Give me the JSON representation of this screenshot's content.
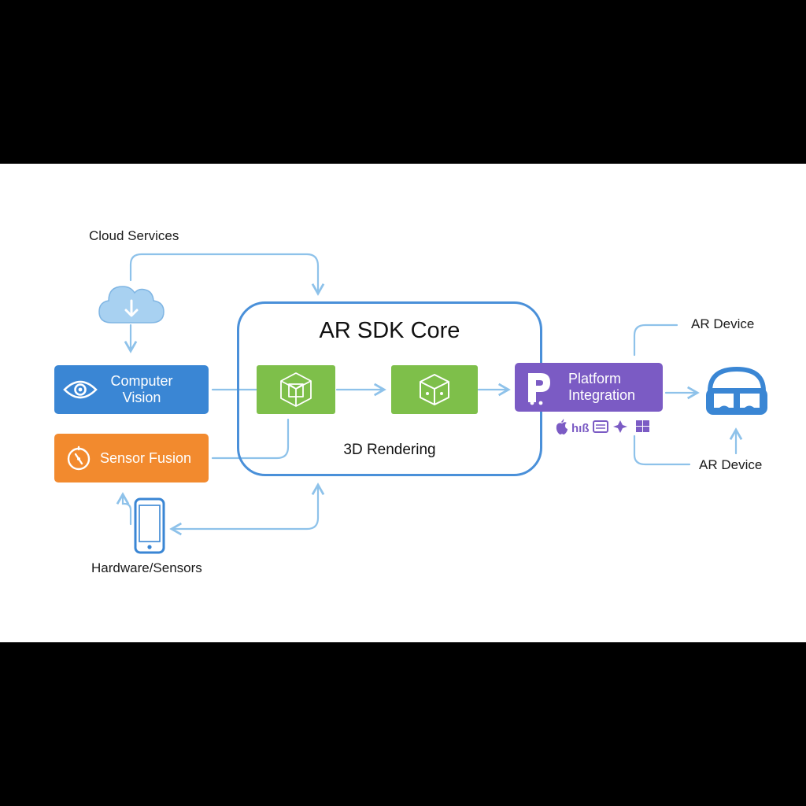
{
  "labels": {
    "cloud_services": "Cloud Services",
    "hardware_sensors": "Hardware/Sensors",
    "ar_device_top": "AR Device",
    "ar_device_bottom": "AR Device"
  },
  "core": {
    "title": "AR SDK Core",
    "subtitle": "3D Rendering"
  },
  "nodes": {
    "computer_vision": "Computer\nVision",
    "sensor_fusion": "Sensor Fusion",
    "platform_integration": "Platform\nIntegration"
  },
  "icons": {
    "cloud": "cloud-download-icon",
    "eye": "eye-icon",
    "compass": "compass-icon",
    "phone": "smartphone-icon",
    "wireframe_cube": "wireframe-cube-icon",
    "cube": "cube-icon",
    "platform_logo": "platform-logo-icon",
    "headset": "vr-headset-icon",
    "platforms": [
      "apple-icon",
      "android-icon",
      "linux-icon",
      "unity-icon",
      "windows-icon"
    ]
  },
  "colors": {
    "blue": "#3a86d4",
    "orange": "#f28a2e",
    "green": "#7ebf4a",
    "purple": "#7b5bc4",
    "wire": "#8ec2ea",
    "core_border": "#4a90d9"
  }
}
